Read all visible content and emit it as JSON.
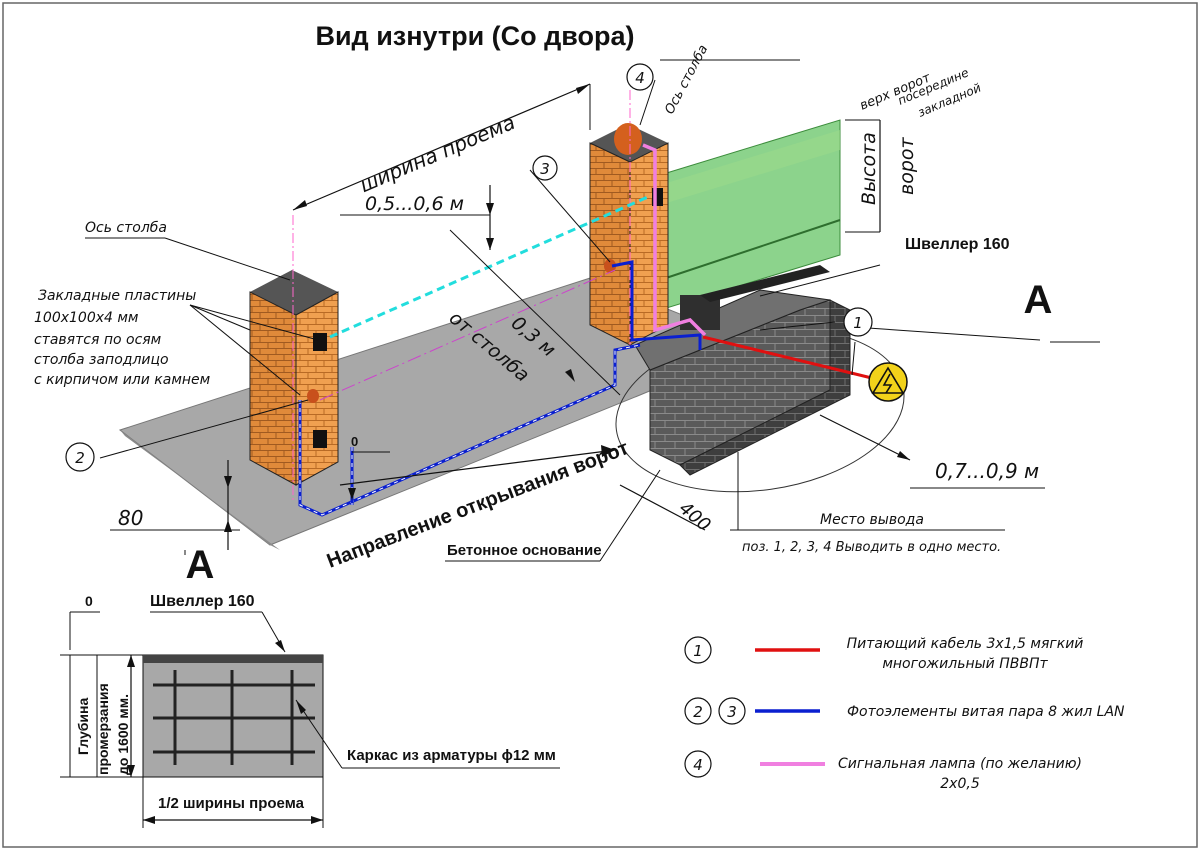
{
  "title": "Вид изнутри (Со двора)",
  "labels": {
    "opening_width": "ширина проема",
    "post_axis_left": "Ось столба",
    "post_axis_right": "Ось столба",
    "top_gate": "верх ворот",
    "middle": "посередине",
    "embedded": "закладной",
    "height_1": "Высота",
    "height_2": "ворот",
    "channel_160": "Швеллер 160",
    "section_mark_right": "А",
    "section_mark_left": "А",
    "emb_plates_1": "Закладные пластины",
    "emb_plates_2": "100х100х4 мм",
    "emb_plates_3": "ставятся по осям",
    "emb_plates_4": "столба заподлицо",
    "emb_plates_5": "с кирпичом или камнем",
    "dim_05_06": "0,5...0,6 м",
    "dim_03": "0,3 м",
    "from_post": "от столба",
    "dim_07_09": "0,7...0,9 м",
    "dim_400": "400",
    "dim_80": "80",
    "zero": "0",
    "open_direction": "Направление открывания ворот",
    "concrete_base": "Бетонное основание",
    "outlet_1": "Место вывода",
    "outlet_2": "поз. 1, 2, 3, 4 Выводить в одно место."
  },
  "callouts": [
    "1",
    "2",
    "3",
    "4"
  ],
  "section": {
    "zero": "0",
    "channel": "Швеллер 160",
    "depth_1": "Глубина",
    "depth_2": "промерзания",
    "depth_3": "до 1600 мм.",
    "rebar": "Каркас из арматуры ϕ12 мм",
    "half_width": "1/2 ширины проема"
  },
  "legend": [
    {
      "nums": [
        "1"
      ],
      "color": "#e01010",
      "text": [
        "Питающий кабель 3х1,5 мягкий",
        "многожильный ПВВПт"
      ]
    },
    {
      "nums": [
        "2",
        "3"
      ],
      "color": "#0a1fd0",
      "text": [
        "Фотоэлементы витая пара 8 жил LAN"
      ]
    },
    {
      "nums": [
        "4"
      ],
      "color": "#f07fe0",
      "text": [
        "Сигнальная лампа (по желанию)",
        "2х0,5"
      ]
    }
  ],
  "colors": {
    "brick": "#f0a050",
    "brick_dark": "#b86a25",
    "gate_green": "#6cc66c",
    "base_gray": "#aaaaaa",
    "concrete_dark": "#555555",
    "power": "#e01010",
    "lan": "#0a1fd0",
    "lamp": "#f07fe0",
    "beam": "#22dddd"
  }
}
